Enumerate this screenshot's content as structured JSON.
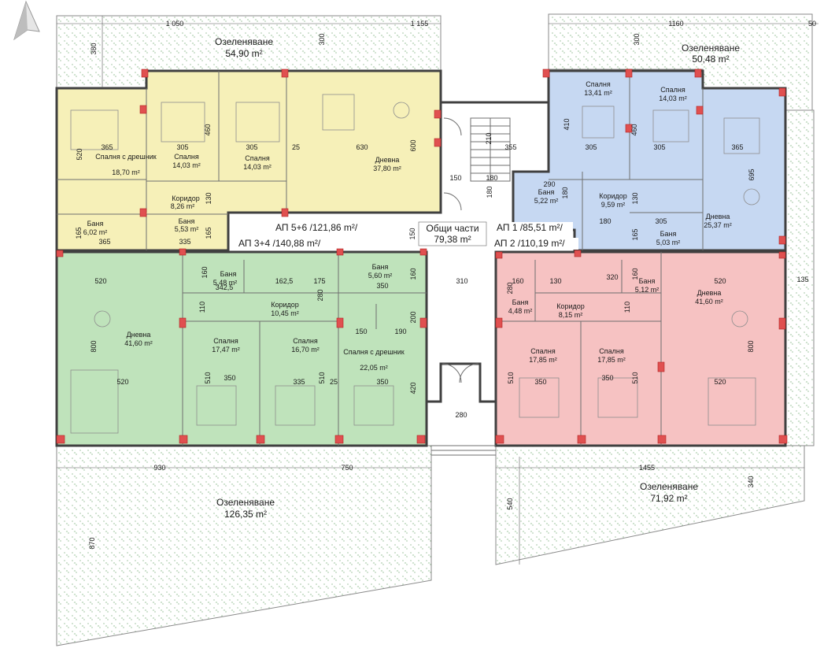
{
  "units": [
    {
      "id": "ap56",
      "label": "АП 5+6 /121,86 m²/",
      "color": "#f6f0b8"
    },
    {
      "id": "ap34",
      "label": "АП 3+4 /140,88 m²/",
      "color": "#bfe3bb"
    },
    {
      "id": "ap1",
      "label": "АП 1 /85,51 m²/",
      "color": "#c6d8f2"
    },
    {
      "id": "ap2",
      "label": "АП 2 /110,19 m²/",
      "color": "#f6c2c2"
    }
  ],
  "common": {
    "name": "Общи части",
    "area": "79,38 m²"
  },
  "gardens": [
    {
      "name": "Озеленяване",
      "area": "54,90 m²"
    },
    {
      "name": "Озеленяване",
      "area": "50,48 m²"
    },
    {
      "name": "Озеленяване",
      "area": "126,35 m²"
    },
    {
      "name": "Озеленяване",
      "area": "71,92 m²"
    }
  ],
  "rooms": [
    {
      "name": "Спалня с дрешник",
      "area": "18,70 m²"
    },
    {
      "name": "Спалня",
      "area": "14,03 m²"
    },
    {
      "name": "Спалня",
      "area": "14,03 m²"
    },
    {
      "name": "Дневна",
      "area": "37,80 m²"
    },
    {
      "name": "Коридор",
      "area": "8,26 m²"
    },
    {
      "name": "Баня",
      "area": "6,02 m²"
    },
    {
      "name": "Баня",
      "area": "5,53 m²"
    },
    {
      "name": "Спалня",
      "area": "13,41 m²"
    },
    {
      "name": "Спалня",
      "area": "14,03 m²"
    },
    {
      "name": "Баня",
      "area": "5,22 m²"
    },
    {
      "name": "Коридор",
      "area": "9,59 m²"
    },
    {
      "name": "Дневна",
      "area": "25,37 m²"
    },
    {
      "name": "Баня",
      "area": "5,03 m²"
    },
    {
      "name": "Дневна",
      "area": "41,60 m²"
    },
    {
      "name": "Баня",
      "area": "5,48 m²"
    },
    {
      "name": "Баня",
      "area": "5,60 m²"
    },
    {
      "name": "Коридор",
      "area": "10,45 m²"
    },
    {
      "name": "Спалня",
      "area": "17,47 m²"
    },
    {
      "name": "Спалня",
      "area": "16,70 m²"
    },
    {
      "name": "Спалня с дрешник",
      "area": "22,05 m²"
    },
    {
      "name": "Баня",
      "area": "4,48 m²"
    },
    {
      "name": "Коридор",
      "area": "8,15 m²"
    },
    {
      "name": "Баня",
      "area": "5,12 m²"
    },
    {
      "name": "Дневна",
      "area": "41,60 m²"
    },
    {
      "name": "Спалня",
      "area": "17,85 m²"
    },
    {
      "name": "Спалня",
      "area": "17,85 m²"
    }
  ],
  "dims": [
    "1 050",
    "1 155",
    "380",
    "300",
    "300",
    "1160",
    "50",
    "520",
    "365",
    "305",
    "305",
    "25",
    "630",
    "600",
    "460",
    "130",
    "165",
    "365",
    "335",
    "165",
    "150",
    "180",
    "290",
    "180",
    "180",
    "410",
    "460",
    "305",
    "305",
    "365",
    "695",
    "130",
    "180",
    "305",
    "165",
    "210",
    "355",
    "150",
    "160",
    "520",
    "342,5",
    "162,5",
    "175",
    "350",
    "160",
    "310",
    "280",
    "110",
    "200",
    "150",
    "190",
    "800",
    "520",
    "510",
    "350",
    "335",
    "510",
    "25",
    "350",
    "420",
    "280",
    "280",
    "160",
    "130",
    "320",
    "160",
    "520",
    "135",
    "110",
    "800",
    "510",
    "350",
    "350",
    "510",
    "520",
    "930",
    "750",
    "1455",
    "340",
    "540",
    "870"
  ]
}
